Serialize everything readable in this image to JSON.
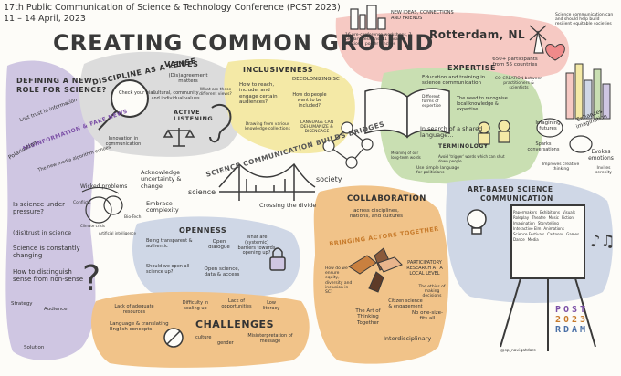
{
  "header": {
    "conference": "17th Public Communication of Science & Technology Conference (PCST 2023)",
    "dates": "11 – 14 April, 2023",
    "title": "CREATING COMMON GROUND"
  },
  "colors": {
    "purple": "#cfc6e2",
    "yellow": "#f4e9a6",
    "green": "#c9dfb2",
    "pink": "#f6c9c3",
    "orange": "#f1c389",
    "blue": "#cfd7e6",
    "grey": "#dcdcdc",
    "ink": "#3a3a3a",
    "accent_purple": "#7b4fa6",
    "accent_orange": "#c77a2a"
  },
  "role_science": {
    "heading_1": "DEFINING A NEW",
    "heading_2": "ROLE FOR SCIENCE?",
    "misinfo": "MISINFORMATION & FAKE NEWS",
    "lost_trust": "Lost trust in information",
    "polarisation": "Polarisation",
    "algorithm": "The new media algorithm echoes",
    "wicked": "Wicked problems",
    "under_pressure": "Is science under pressure?",
    "distrust": "(dis)trust in science",
    "changing": "Science is constantly changing",
    "distinguish": "How to distinguish sense from non-sense",
    "strategy": "Strategy",
    "audience": "Audience",
    "solution": "Solution",
    "climate": "Climate crisis",
    "crisis_ai": "Artificial intelligence",
    "conflict": "Conflicts",
    "biotech": "Bio-Tech"
  },
  "discipline": {
    "title": "DISCIPLINE AS A LENSE",
    "check_bias": "Check your bias",
    "innovation": "Innovation in communication"
  },
  "values": {
    "title": "VALUES",
    "disagreement": "(Dis)agreement matters",
    "cultural": "Cultural, community and individual values",
    "what_are": "What are these different views?",
    "active_listening": "ACTIVE LISTENING"
  },
  "inclusiveness": {
    "title": "INCLUSIVENESS",
    "decolonizing": "DECOLONIZING SC",
    "how_to": "How to reach, include, and engage certain audiences?",
    "how_people": "How do people want to be included?",
    "drawing": "Drawing from various knowledge collections",
    "language": "LANGUAGE CAN DEHUMANIZE & DISENGAGE"
  },
  "rotterdam": {
    "new_ideas": "NEW IDEAS, CONNECTIONS AND FRIENDS",
    "city": "Rotterdam, NL",
    "stats": "16 pre-conference workshops, 7 plenary sessions, 11 parallel sessions, poster lunches",
    "participants": "650+ participants from 55 countries",
    "cocreation": "CO-CREATION between practitioners & scientists",
    "quote": "Science communication can and should help build resilient equitable societies"
  },
  "expertise": {
    "title": "EXPERTISE",
    "education": "Education and training in science communication",
    "different": "Different forms of expertise",
    "need": "The need to recognise local knowledge & expertise",
    "shared": "In search of a shared language...",
    "terminology": "TERMINOLOGY",
    "avoid": "Avoid 'trigger' words which can shut down people",
    "simple": "Use simple language for politicians",
    "meaning": "Meaning of our long-term words"
  },
  "imagination": {
    "imagining": "Imagining futures",
    "enhances": "Enhances imagination",
    "sparks": "Sparks conversations",
    "improves": "Improves creative thinking",
    "evokes": "Evokes emotions",
    "invites": "Invites serenity"
  },
  "bridge": {
    "title": "SCIENCE COMMUNICATION BUILDS BRIDGES",
    "science": "science",
    "society": "society",
    "crossing": "Crossing the divide"
  },
  "uncertainty": {
    "acknowledge": "Acknowledge uncertainty & change",
    "embrace": "Embrace complexity"
  },
  "openness": {
    "title": "OPENNESS",
    "transparent": "Being transparent & authentic",
    "open_dialogue": "Open dialogue",
    "what_are": "What are (systemic) barriers towards opening up?",
    "should_we": "Should we open all science up?",
    "open_science": "Open science, data & access"
  },
  "challenges": {
    "title": "CHALLENGES",
    "lack_resources": "Lack of adequate resources",
    "difficulty": "Difficulty in scaling up",
    "lack_opportunities": "Lack of opportunities",
    "low_literacy": "Low literacy",
    "language": "Language & translating English concepts",
    "culture": "culture",
    "gender": "gender",
    "misinterpretation": "Misinterpretation of message"
  },
  "collaboration": {
    "title": "COLLABORATION",
    "across": "across disciplines, nations, and cultures",
    "bringing": "BRINGING ACTORS TOGETHER",
    "how_ensure": "How do we ensure equity, diversity and inclusion in SC?",
    "participatory": "PARTICIPATORY RESEARCH AT A LOCAL LEVEL",
    "art_thinking": "The Art of Thinking Together",
    "citizen": "Citizen science & engagement",
    "ethics": "The ethics of making decisions",
    "no_one_size": "No one-size-fits all",
    "interdisciplinary": "Interdisciplinary"
  },
  "art": {
    "title_1": "ART-BASED SCIENCE",
    "title_2": "COMMUNICATION",
    "items": [
      "Papermakers",
      "Exhibitions",
      "Visuals",
      "Roleplay",
      "Theatre",
      "Music",
      "Fiction",
      "Imagination",
      "Storytelling",
      "Interactive Elm",
      "Animations",
      "Science Festivals",
      "Cartoons",
      "Games",
      "Dance",
      "Media"
    ]
  },
  "footer": {
    "handle": "@sp_navigatdare",
    "logo_rows": [
      "POST",
      "2023",
      "RDAM"
    ]
  }
}
